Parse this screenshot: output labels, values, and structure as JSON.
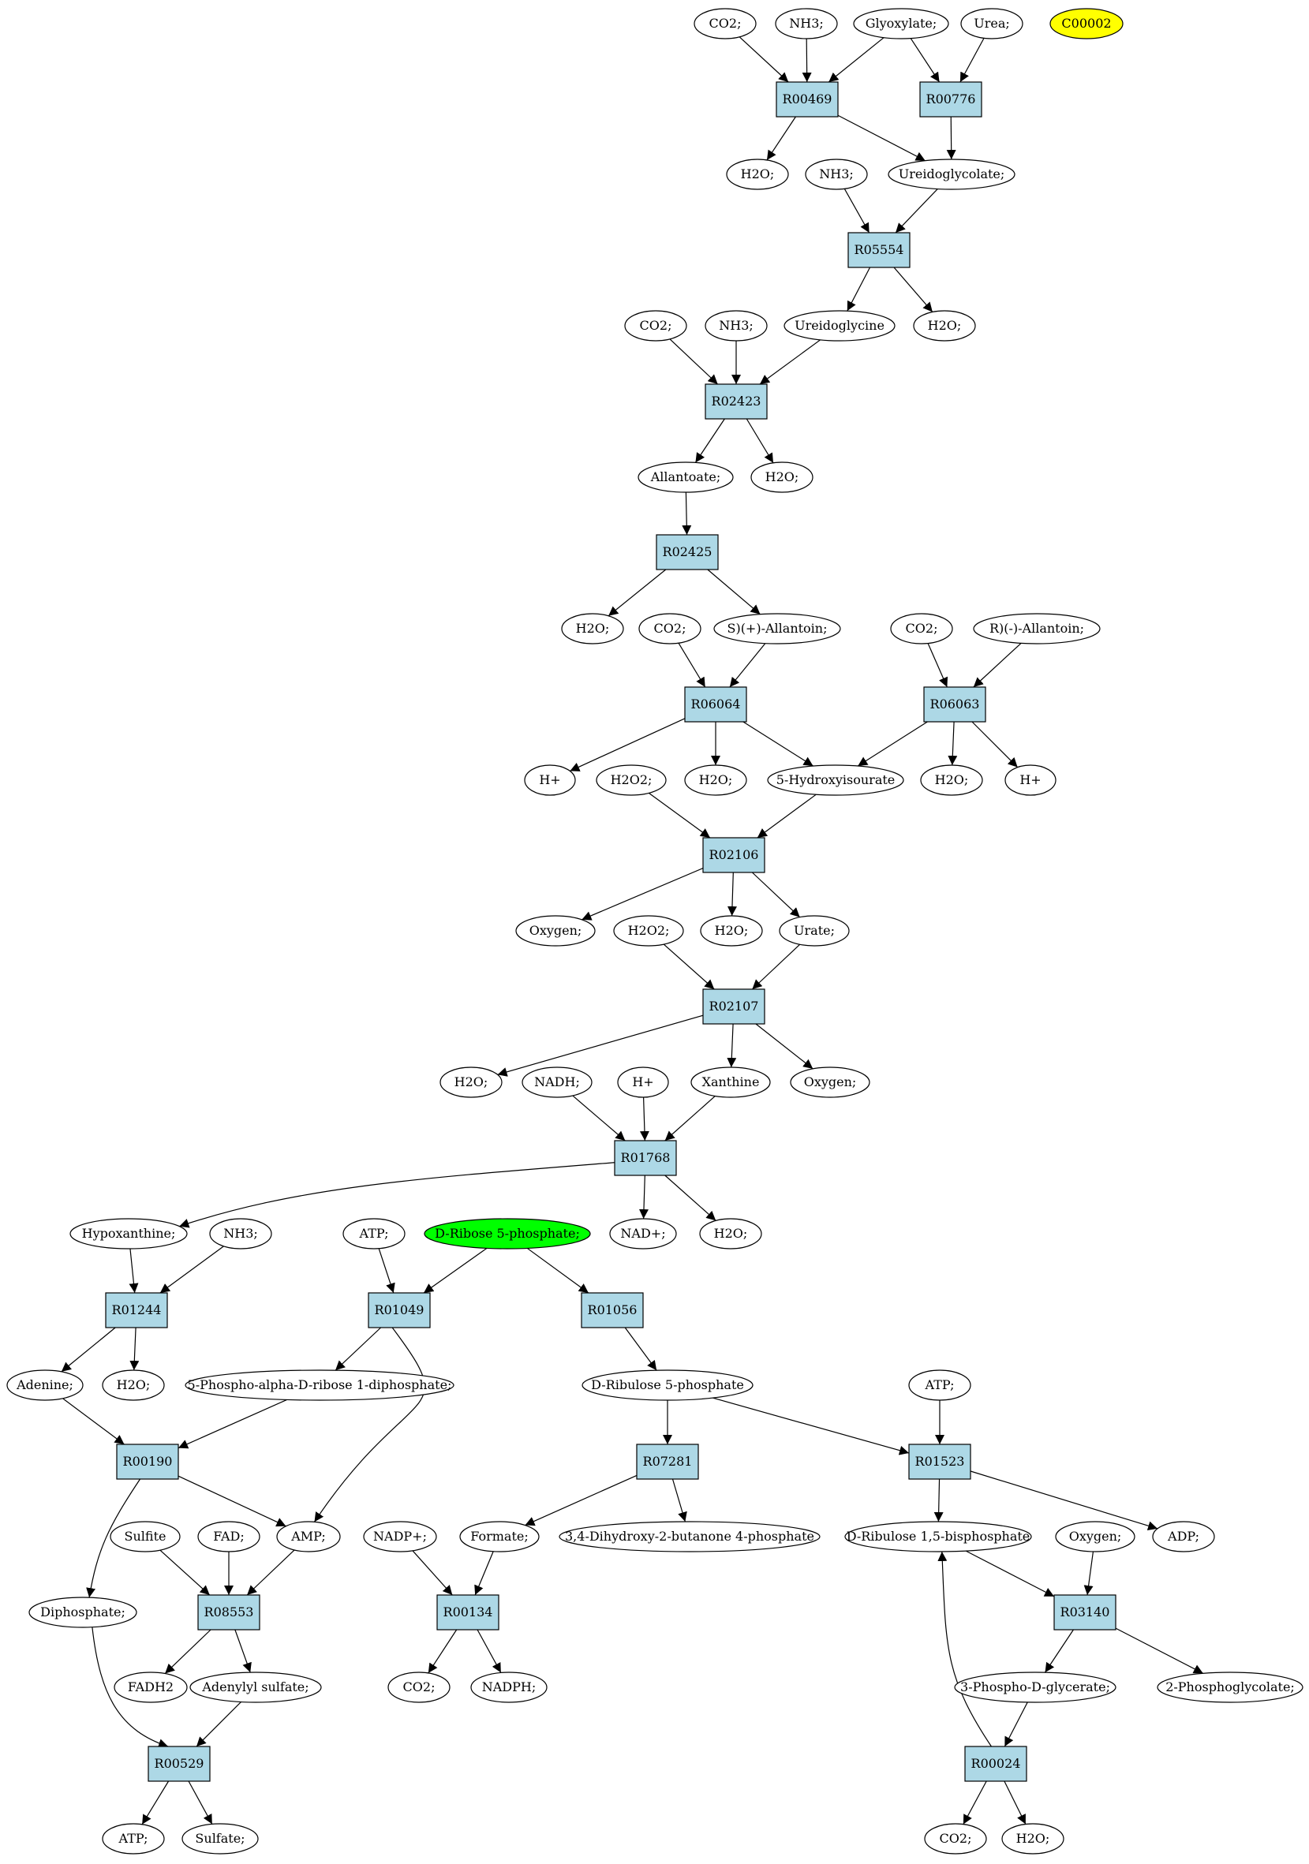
{
  "colors": {
    "reaction_fill": "#add8e6",
    "compound_fill": "#ffffff",
    "highlight_green": "#00ff00",
    "highlight_yellow": "#ffff00",
    "stroke": "#000000"
  },
  "reactions": [
    {
      "id": "R00469",
      "label": "R00469"
    },
    {
      "id": "R00776",
      "label": "R00776"
    },
    {
      "id": "R05554",
      "label": "R05554"
    },
    {
      "id": "R02423",
      "label": "R02423"
    },
    {
      "id": "R02425",
      "label": "R02425"
    },
    {
      "id": "R06064",
      "label": "R06064"
    },
    {
      "id": "R06063",
      "label": "R06063"
    },
    {
      "id": "R02106",
      "label": "R02106"
    },
    {
      "id": "R02107",
      "label": "R02107"
    },
    {
      "id": "R01768",
      "label": "R01768"
    },
    {
      "id": "R01244",
      "label": "R01244"
    },
    {
      "id": "R01049",
      "label": "R01049"
    },
    {
      "id": "R01056",
      "label": "R01056"
    },
    {
      "id": "R00190",
      "label": "R00190"
    },
    {
      "id": "R07281",
      "label": "R07281"
    },
    {
      "id": "R01523",
      "label": "R01523"
    },
    {
      "id": "R08553",
      "label": "R08553"
    },
    {
      "id": "R00134",
      "label": "R00134"
    },
    {
      "id": "R03140",
      "label": "R03140"
    },
    {
      "id": "R00529",
      "label": "R00529"
    },
    {
      "id": "R00024",
      "label": "R00024"
    }
  ],
  "compounds": [
    {
      "id": "co2_a",
      "label": "CO2;"
    },
    {
      "id": "nh3_a",
      "label": "NH3;"
    },
    {
      "id": "glyox",
      "label": "Glyoxylate;"
    },
    {
      "id": "urea",
      "label": "Urea;"
    },
    {
      "id": "c00002",
      "label": "C00002",
      "highlight": "yellow"
    },
    {
      "id": "h2o_a",
      "label": "H2O;"
    },
    {
      "id": "nh3_b",
      "label": "NH3;"
    },
    {
      "id": "ureidoglycolate",
      "label": "Ureidoglycolate;"
    },
    {
      "id": "co2_b",
      "label": "CO2;"
    },
    {
      "id": "nh3_c",
      "label": "NH3;"
    },
    {
      "id": "ureidoglycine",
      "label": "Ureidoglycine"
    },
    {
      "id": "h2o_b",
      "label": "H2O;"
    },
    {
      "id": "allantoate",
      "label": "Allantoate;"
    },
    {
      "id": "h2o_c",
      "label": "H2O;"
    },
    {
      "id": "h2o_d",
      "label": "H2O;"
    },
    {
      "id": "co2_c",
      "label": "CO2;"
    },
    {
      "id": "s_allantoin",
      "label": "S)(+)-Allantoin;"
    },
    {
      "id": "co2_d",
      "label": "CO2;"
    },
    {
      "id": "r_allantoin",
      "label": "R)(-)-Allantoin;"
    },
    {
      "id": "hplus_a",
      "label": "H+"
    },
    {
      "id": "h2o2_a",
      "label": "H2O2;"
    },
    {
      "id": "h2o_e",
      "label": "H2O;"
    },
    {
      "id": "hydroxyisourate",
      "label": "5-Hydroxyisourate"
    },
    {
      "id": "h2o_f",
      "label": "H2O;"
    },
    {
      "id": "hplus_b",
      "label": "H+"
    },
    {
      "id": "oxygen_a",
      "label": "Oxygen;"
    },
    {
      "id": "h2o2_b",
      "label": "H2O2;"
    },
    {
      "id": "h2o_g",
      "label": "H2O;"
    },
    {
      "id": "urate",
      "label": "Urate;"
    },
    {
      "id": "h2o_h",
      "label": "H2O;"
    },
    {
      "id": "nadh",
      "label": "NADH;"
    },
    {
      "id": "hplus_c",
      "label": "H+"
    },
    {
      "id": "xanthine",
      "label": "Xanthine"
    },
    {
      "id": "oxygen_b",
      "label": "Oxygen;"
    },
    {
      "id": "hypoxanthine",
      "label": "Hypoxanthine;"
    },
    {
      "id": "nh3_d",
      "label": "NH3;"
    },
    {
      "id": "atp_a",
      "label": "ATP;"
    },
    {
      "id": "ribose5p",
      "label": "D-Ribose 5-phosphate;",
      "highlight": "green"
    },
    {
      "id": "nadplus",
      "label": "NAD+;"
    },
    {
      "id": "h2o_i",
      "label": "H2O;"
    },
    {
      "id": "adenine",
      "label": "Adenine;"
    },
    {
      "id": "h2o_j",
      "label": "H2O;"
    },
    {
      "id": "prpp",
      "label": "5-Phospho-alpha-D-ribose 1-diphosphate;"
    },
    {
      "id": "ribulose5p",
      "label": "D-Ribulose 5-phosphate"
    },
    {
      "id": "atp_b",
      "label": "ATP;"
    },
    {
      "id": "sulfite",
      "label": "Sulfite"
    },
    {
      "id": "fad",
      "label": "FAD;"
    },
    {
      "id": "amp",
      "label": "AMP;"
    },
    {
      "id": "nadpplus",
      "label": "NADP+;"
    },
    {
      "id": "formate",
      "label": "Formate;"
    },
    {
      "id": "dhbp",
      "label": "3,4-Dihydroxy-2-butanone 4-phosphate"
    },
    {
      "id": "rubp",
      "label": "D-Ribulose 1,5-bisphosphate"
    },
    {
      "id": "oxygen_c",
      "label": "Oxygen;"
    },
    {
      "id": "adp",
      "label": "ADP;"
    },
    {
      "id": "diphosphate",
      "label": "Diphosphate;"
    },
    {
      "id": "fadh2",
      "label": "FADH2"
    },
    {
      "id": "adenylylsulfate",
      "label": "Adenylyl sulfate;"
    },
    {
      "id": "co2_e",
      "label": "CO2;"
    },
    {
      "id": "nadph",
      "label": "NADPH;"
    },
    {
      "id": "pga3",
      "label": "3-Phospho-D-glycerate;"
    },
    {
      "id": "pglycolate2",
      "label": "2-Phosphoglycolate;"
    },
    {
      "id": "atp_c",
      "label": "ATP;"
    },
    {
      "id": "sulfate",
      "label": "Sulfate;"
    },
    {
      "id": "co2_f",
      "label": "CO2;"
    },
    {
      "id": "h2o_k",
      "label": "H2O;"
    }
  ],
  "edges": [
    [
      "co2_a",
      "R00469"
    ],
    [
      "nh3_a",
      "R00469"
    ],
    [
      "glyox",
      "R00469"
    ],
    [
      "glyox",
      "R00776"
    ],
    [
      "urea",
      "R00776"
    ],
    [
      "R00469",
      "h2o_a"
    ],
    [
      "R00469",
      "ureidoglycolate"
    ],
    [
      "R00776",
      "ureidoglycolate"
    ],
    [
      "nh3_b",
      "R05554"
    ],
    [
      "ureidoglycolate",
      "R05554"
    ],
    [
      "R05554",
      "ureidoglycine"
    ],
    [
      "R05554",
      "h2o_b"
    ],
    [
      "co2_b",
      "R02423"
    ],
    [
      "nh3_c",
      "R02423"
    ],
    [
      "ureidoglycine",
      "R02423"
    ],
    [
      "R02423",
      "allantoate"
    ],
    [
      "R02423",
      "h2o_c"
    ],
    [
      "allantoate",
      "R02425"
    ],
    [
      "R02425",
      "h2o_d"
    ],
    [
      "R02425",
      "s_allantoin"
    ],
    [
      "co2_c",
      "R06064"
    ],
    [
      "s_allantoin",
      "R06064"
    ],
    [
      "co2_d",
      "R06063"
    ],
    [
      "r_allantoin",
      "R06063"
    ],
    [
      "R06064",
      "hplus_a"
    ],
    [
      "R06064",
      "h2o_e"
    ],
    [
      "R06064",
      "hydroxyisourate"
    ],
    [
      "R06063",
      "hydroxyisourate"
    ],
    [
      "R06063",
      "h2o_f"
    ],
    [
      "R06063",
      "hplus_b"
    ],
    [
      "h2o2_a",
      "R02106"
    ],
    [
      "hydroxyisourate",
      "R02106"
    ],
    [
      "R02106",
      "oxygen_a"
    ],
    [
      "R02106",
      "h2o_g"
    ],
    [
      "R02106",
      "urate"
    ],
    [
      "h2o2_b",
      "R02107"
    ],
    [
      "urate",
      "R02107"
    ],
    [
      "R02107",
      "h2o_h"
    ],
    [
      "R02107",
      "xanthine"
    ],
    [
      "R02107",
      "oxygen_b"
    ],
    [
      "nadh",
      "R01768"
    ],
    [
      "hplus_c",
      "R01768"
    ],
    [
      "xanthine",
      "R01768"
    ],
    [
      "R01768",
      "hypoxanthine"
    ],
    [
      "R01768",
      "nadplus"
    ],
    [
      "R01768",
      "h2o_i"
    ],
    [
      "hypoxanthine",
      "R01244"
    ],
    [
      "nh3_d",
      "R01244"
    ],
    [
      "atp_a",
      "R01049"
    ],
    [
      "ribose5p",
      "R01049"
    ],
    [
      "ribose5p",
      "R01056"
    ],
    [
      "R01244",
      "adenine"
    ],
    [
      "R01244",
      "h2o_j"
    ],
    [
      "R01049",
      "prpp"
    ],
    [
      "R01049",
      "amp"
    ],
    [
      "R01056",
      "ribulose5p"
    ],
    [
      "adenine",
      "R00190"
    ],
    [
      "prpp",
      "R00190"
    ],
    [
      "ribulose5p",
      "R07281"
    ],
    [
      "ribulose5p",
      "R01523"
    ],
    [
      "atp_b",
      "R01523"
    ],
    [
      "R00190",
      "amp"
    ],
    [
      "R00190",
      "diphosphate"
    ],
    [
      "R07281",
      "formate"
    ],
    [
      "R07281",
      "dhbp"
    ],
    [
      "R01523",
      "rubp"
    ],
    [
      "R01523",
      "adp"
    ],
    [
      "sulfite",
      "R08553"
    ],
    [
      "fad",
      "R08553"
    ],
    [
      "amp",
      "R08553"
    ],
    [
      "nadpplus",
      "R00134"
    ],
    [
      "formate",
      "R00134"
    ],
    [
      "rubp",
      "R03140"
    ],
    [
      "oxygen_c",
      "R03140"
    ],
    [
      "R08553",
      "fadh2"
    ],
    [
      "R08553",
      "adenylylsulfate"
    ],
    [
      "R00134",
      "co2_e"
    ],
    [
      "R00134",
      "nadph"
    ],
    [
      "R03140",
      "pga3"
    ],
    [
      "R03140",
      "pglycolate2"
    ],
    [
      "diphosphate",
      "R00529"
    ],
    [
      "adenylylsulfate",
      "R00529"
    ],
    [
      "pga3",
      "R00024"
    ],
    [
      "R00529",
      "atp_c"
    ],
    [
      "R00529",
      "sulfate"
    ],
    [
      "R00024",
      "rubp"
    ],
    [
      "R00024",
      "co2_f"
    ],
    [
      "R00024",
      "h2o_k"
    ]
  ]
}
